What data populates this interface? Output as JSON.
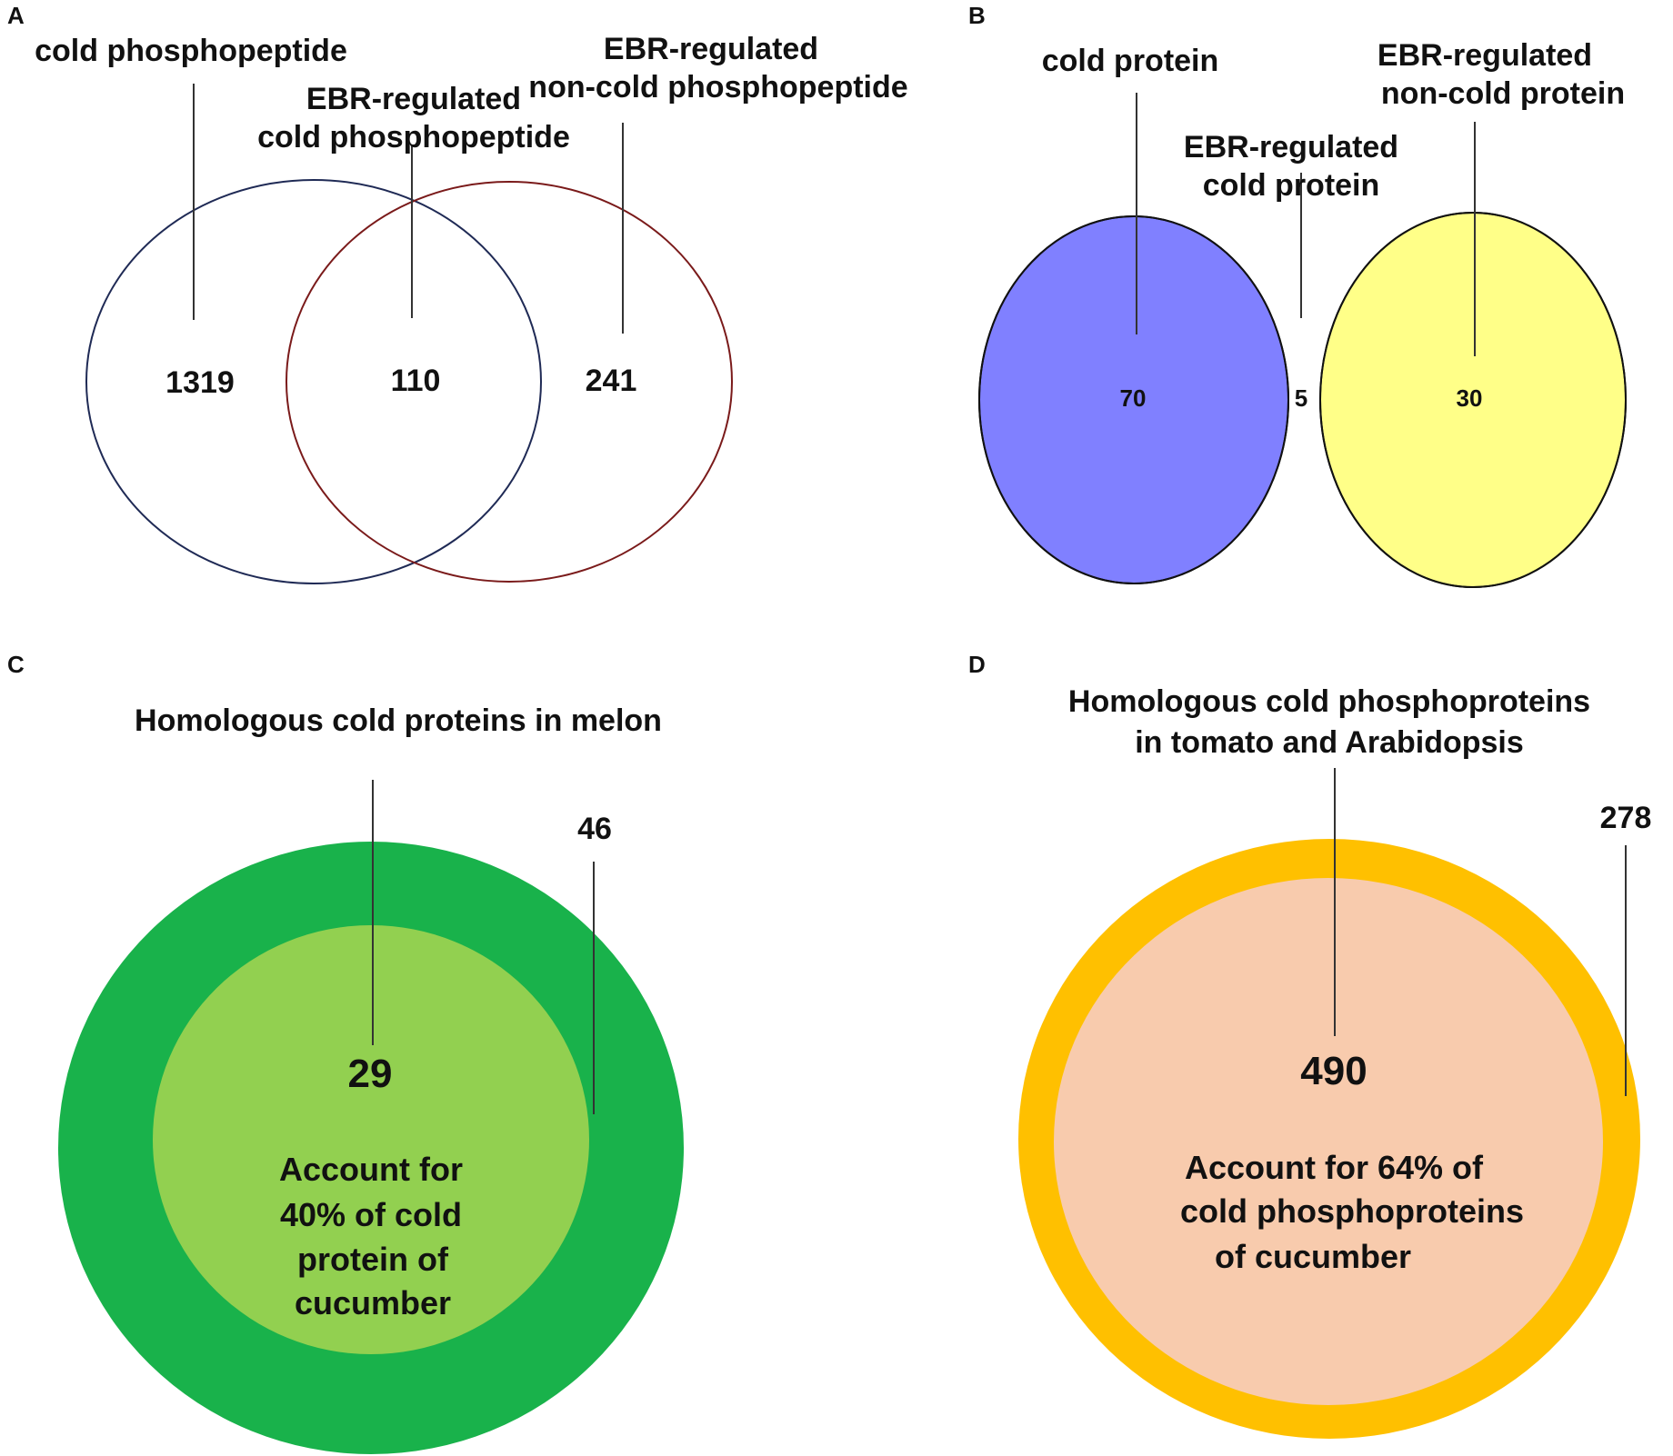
{
  "colors": {
    "panelA_circle_left": "#1f2a55",
    "panelA_circle_right": "#7a1a1a",
    "panelB_left_fill": "#8080ff",
    "panelB_right_fill": "#ffff88",
    "panelB_overlap_fill": "#c0b877",
    "panelC_outer": "#19b24b",
    "panelC_inner": "#92d050",
    "panelD_outer": "#ffc000",
    "panelD_inner": "#f8cbad"
  },
  "panelA": {
    "letter": "A",
    "left_label": "cold phosphopeptide",
    "middle_label": [
      "EBR-regulated",
      "cold phosphopeptide"
    ],
    "right_label": [
      "EBR-regulated",
      "non-cold phosphopeptide"
    ],
    "left_count": "1319",
    "overlap_count": "110",
    "right_count": "241"
  },
  "panelB": {
    "letter": "B",
    "left_label": "cold protein",
    "middle_label": [
      "EBR-regulated",
      "cold protein"
    ],
    "right_label": [
      "EBR-regulated",
      "non-cold protein"
    ],
    "left_count": "70",
    "overlap_count": "5",
    "right_count": "30"
  },
  "panelC": {
    "letter": "C",
    "title": "Homologous cold proteins in melon",
    "outer_count": "46",
    "inner_count": "29",
    "inner_text": [
      "Account for",
      "40%  of cold",
      "protein of",
      "cucumber"
    ]
  },
  "panelD": {
    "letter": "D",
    "title": [
      "Homologous cold phosphoproteins",
      "in tomato and Arabidopsis"
    ],
    "outer_count": "278",
    "inner_count": "490",
    "inner_text": [
      "Account for 64%  of",
      "cold phosphoproteins",
      "of cucumber"
    ]
  }
}
